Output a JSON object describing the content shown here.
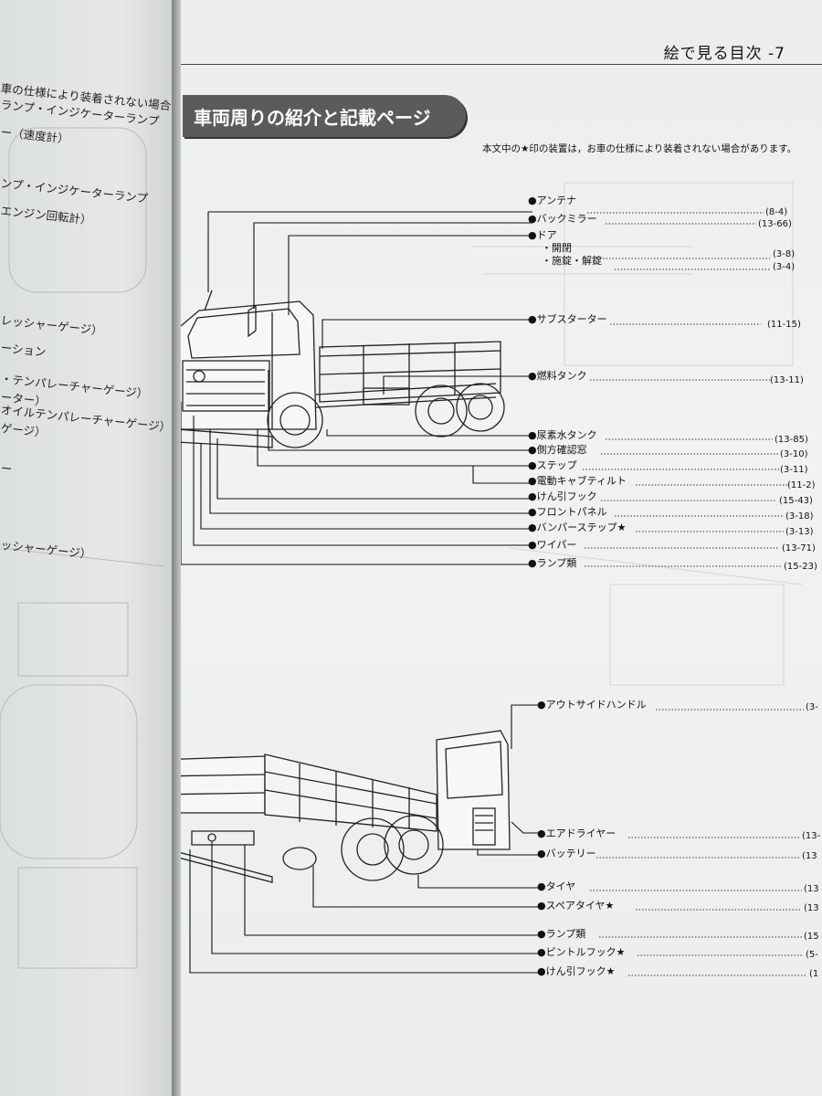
{
  "left_page": {
    "lines": [
      "車の仕様により装着されない場合があ",
      "ランプ・インジケーターランプ",
      "ー（速度計）",
      "ンプ・インジケーターランプ",
      "エンジン回転計）",
      "レッシャーゲージ）",
      "ーション",
      "・テンパレーチャーゲージ）",
      "ーター）",
      "オイルテンパレーチャーゲージ）",
      "ゲージ）",
      "ー",
      "ッシャーゲージ）"
    ]
  },
  "header": {
    "title": "絵で見る目次 -7"
  },
  "section_title": "車両周りの紹介と記載ページ",
  "note": "本文中の★印の装置は，お車の仕様により装着されない場合があります。",
  "front_callouts": [
    {
      "label": "アンテナ",
      "ref": "(8-4)"
    },
    {
      "label": "バックミラー",
      "ref": "(13-66)"
    },
    {
      "label": "ドア",
      "ref": ""
    },
    {
      "label": "・開閉",
      "ref": "(3-8)"
    },
    {
      "label": "・施錠・解錠",
      "ref": "(3-4)"
    },
    {
      "label": "サブスターター",
      "ref": "(11-15)"
    },
    {
      "label": "燃料タンク",
      "ref": "(13-11)"
    },
    {
      "label": "尿素水タンク",
      "ref": "(13-85)"
    },
    {
      "label": "側方確認窓",
      "ref": "(3-10)"
    },
    {
      "label": "ステップ",
      "ref": "(3-11)"
    },
    {
      "label": "電動キャブティルト",
      "ref": "(11-2)"
    },
    {
      "label": "けん引フック",
      "ref": "(15-43)"
    },
    {
      "label": "フロントパネル",
      "ref": "(3-18)"
    },
    {
      "label": "バンパーステップ★",
      "ref": "(3-13)"
    },
    {
      "label": "ワイパー",
      "ref": "(13-71)"
    },
    {
      "label": "ランプ類",
      "ref": "(15-23)"
    }
  ],
  "rear_callouts": [
    {
      "label": "アウトサイドハンドル",
      "ref": "(3-"
    },
    {
      "label": "エアドライヤー",
      "ref": "(13-"
    },
    {
      "label": "バッテリー",
      "ref": "(13"
    },
    {
      "label": "タイヤ",
      "ref": "(13"
    },
    {
      "label": "スペアタイヤ★",
      "ref": "(13"
    },
    {
      "label": "ランプ類",
      "ref": "(15"
    },
    {
      "label": "ピントルフック★",
      "ref": "(5-"
    },
    {
      "label": "けん引フック★",
      "ref": "(1"
    }
  ],
  "colors": {
    "page": "#f0f1f0",
    "title_bg": "#5b5b5b",
    "ink": "#111111"
  }
}
